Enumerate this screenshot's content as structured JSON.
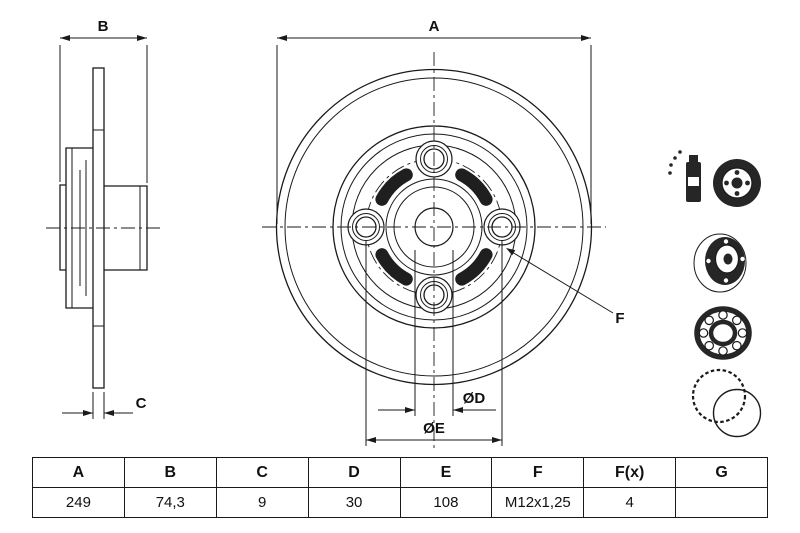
{
  "drawing": {
    "labels": {
      "a": "A",
      "b": "B",
      "c": "C",
      "f": "F",
      "od": "ØD",
      "oe": "ØE"
    },
    "icons": [
      {
        "name": "mounting-paste-spray-icon"
      },
      {
        "name": "brake-disc-angled-icon"
      },
      {
        "name": "wheel-bearing-icon"
      },
      {
        "name": "abs-sensor-ring-icon"
      }
    ]
  },
  "table": {
    "headers": [
      "A",
      "B",
      "C",
      "D",
      "E",
      "F",
      "F(x)",
      "G"
    ],
    "values": [
      "249",
      "74,3",
      "9",
      "30",
      "108",
      "M12x1,25",
      "4",
      ""
    ]
  }
}
